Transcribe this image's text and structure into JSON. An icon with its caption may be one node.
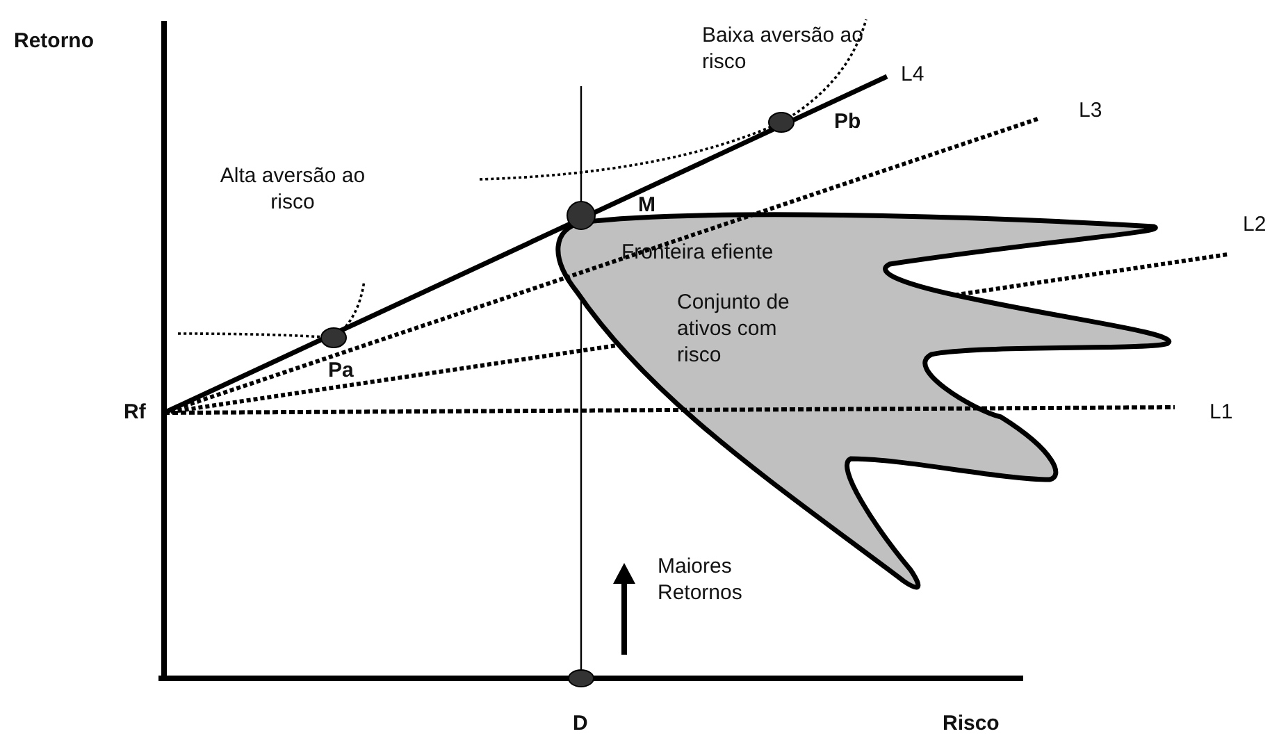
{
  "diagram": {
    "nodes": [
      {
        "text": [
          "Fronteira efiente",
          "Conjunto de ativos com risco"
        ]
      }
    ],
    "labels": [
      "Retorno",
      "Baixa aversão ao risco",
      "L4",
      "Pb",
      "L3",
      "Alta aversão ao risco",
      "M",
      "L2",
      "Pa",
      "Rf",
      "L1",
      "Maiores Retornos",
      "D",
      "Risco"
    ]
  }
}
